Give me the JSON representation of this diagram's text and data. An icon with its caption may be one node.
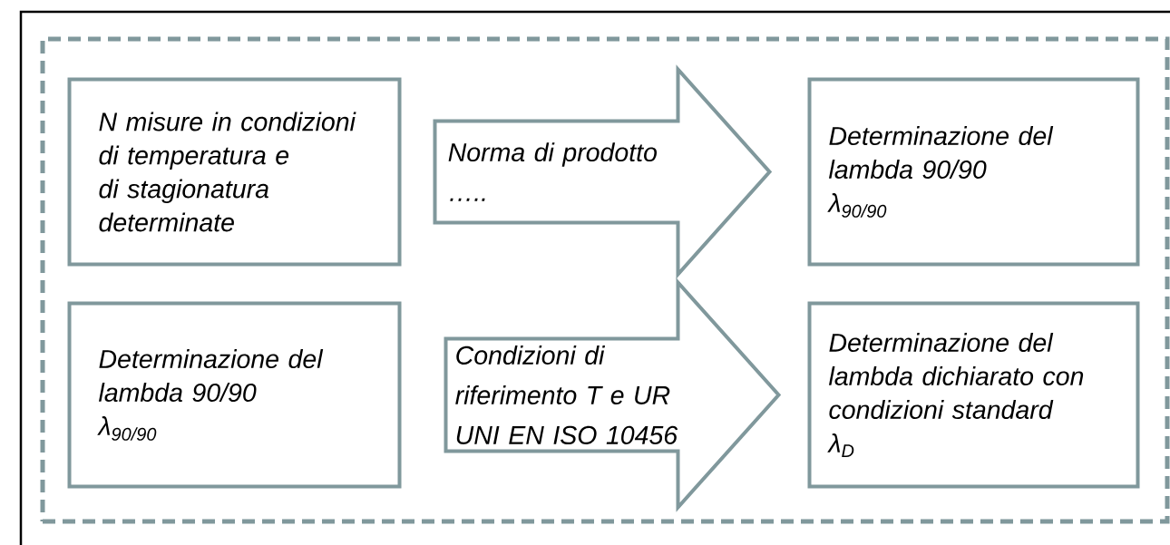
{
  "diagram": {
    "nodes": [
      {
        "text": [],
        "shape": "box"
      },
      {
        "text": [
          "N misure in condizioni di temperatura e di stagionatura determinate"
        ],
        "in": 0
      },
      {
        "text": [
          "Determinazione del lambda 90/90",
          "λ$_{90/90}$"
        ],
        "in": 0
      },
      {
        "text": [
          "Determinazione del lambda 90/90",
          "λ$_{90/90}$"
        ],
        "in": 0
      },
      {
        "text": [
          "Determinazione del lambda dichiarato con condizioni standard",
          "λ$_{D}$"
        ],
        "in": 0
      }
    ],
    "edges": [
      {
        "from": 1,
        "to": 3,
        "arrow": "to",
        "label": "Norma di prodotto ….."
      },
      {
        "from": 2,
        "to": 4,
        "arrow": "to",
        "label": "Condizioni di riferimento T e UR UNI EN ISO 10456"
      }
    ]
  }
}
